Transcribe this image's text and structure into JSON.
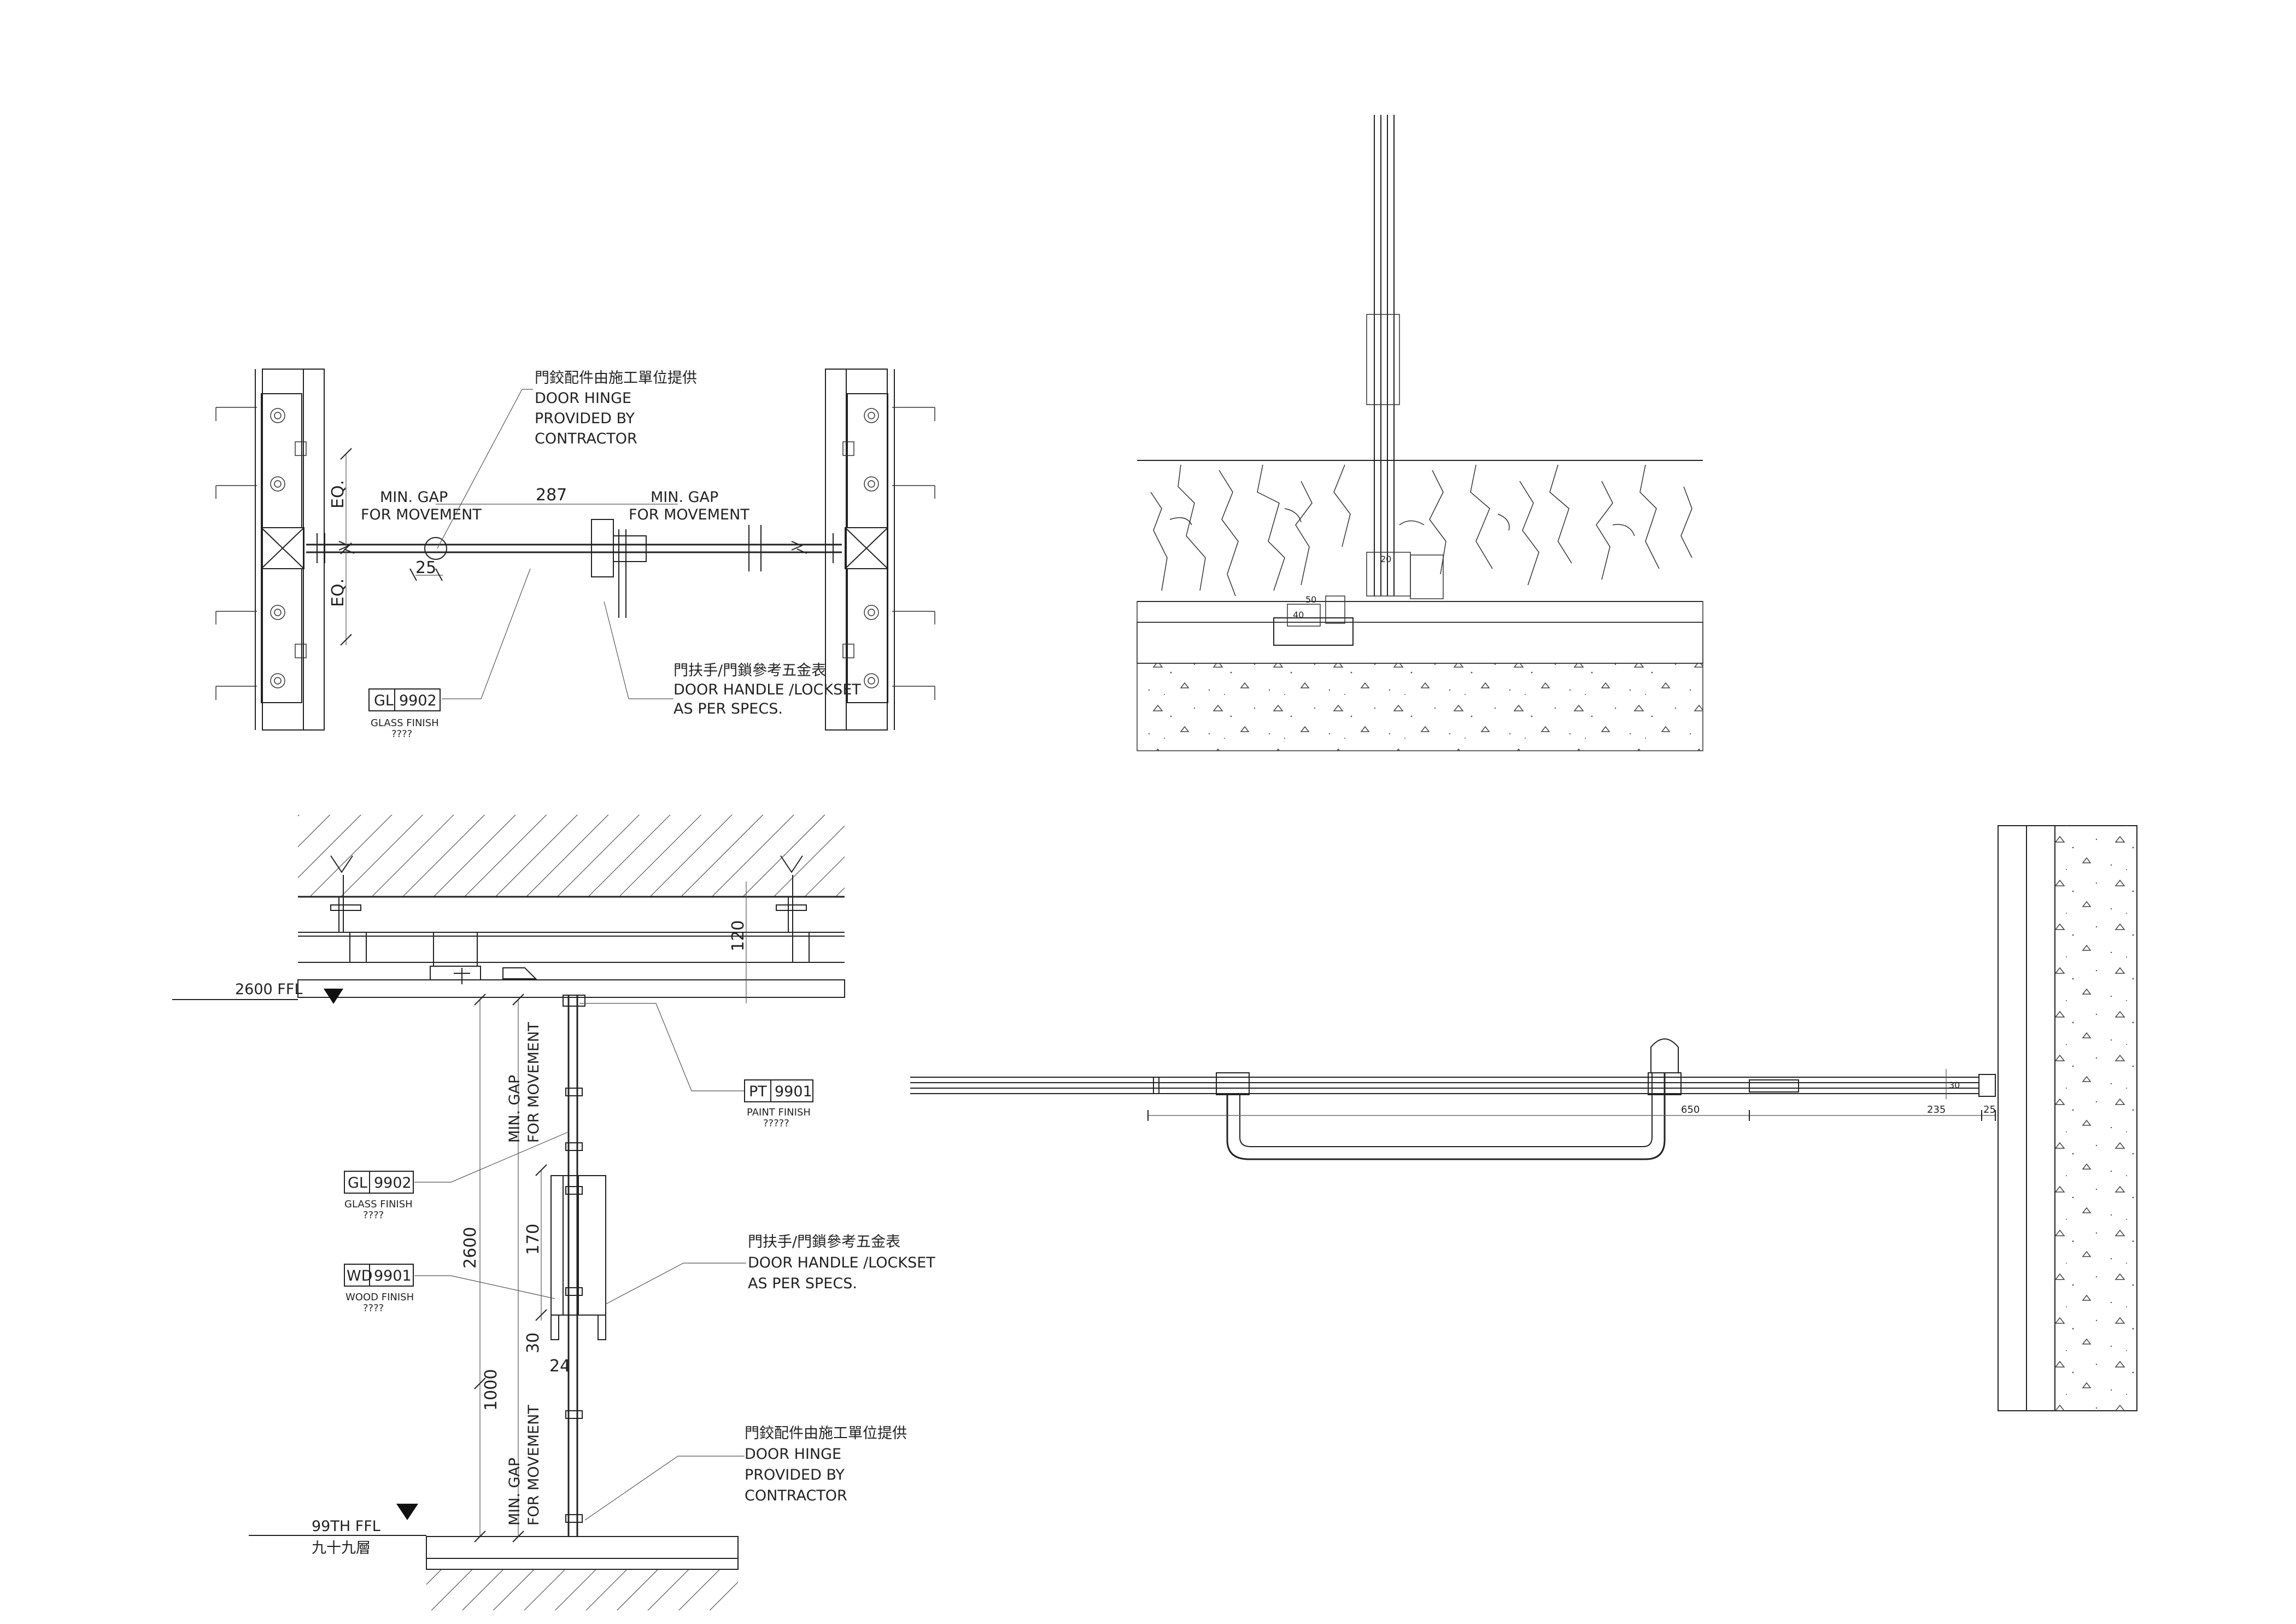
{
  "plan_detail": {
    "hinge_note": [
      "門鉸配件由施工單位提供",
      "DOOR HINGE",
      "PROVIDED BY",
      "CONTRACTOR"
    ],
    "gap_left": [
      "MIN. GAP",
      "FOR MOVEMENT"
    ],
    "gap_right": [
      "MIN. GAP",
      "FOR MOVEMENT"
    ],
    "dim_287": "287",
    "dim_25": "25",
    "eq_top": "EQ.",
    "eq_bottom": "EQ.",
    "glass_tag": {
      "code": "GL",
      "number": "9902",
      "label": "GLASS FINISH",
      "sub": "????"
    },
    "handle_note": [
      "門扶手/門鎖參考五金表",
      "DOOR HANDLE /LOCKSET",
      "AS PER SPECS."
    ]
  },
  "floor_section": {
    "dim_50": "50",
    "dim_40": "40",
    "dim_20": "20"
  },
  "elevation": {
    "level_top": "2600 FFL",
    "level_bottom": "99TH FFL",
    "floor_name": "九十九層",
    "dim_120": "120",
    "dim_2600": "2600",
    "dim_1000": "1000",
    "dim_170": "170",
    "dim_30": "30",
    "dim_24": "24",
    "gap_top": [
      "MIN. GAP",
      "FOR MOVEMENT"
    ],
    "gap_bottom": [
      "MIN. GAP",
      "FOR MOVEMENT"
    ],
    "paint_tag": {
      "code": "PT",
      "number": "9901",
      "label": "PAINT FINISH",
      "sub": "?????"
    },
    "glass_tag": {
      "code": "GL",
      "number": "9902",
      "label": "GLASS FINISH",
      "sub": "????"
    },
    "wood_tag": {
      "code": "WD",
      "number": "9901",
      "label": "WOOD FINISH",
      "sub": "????"
    },
    "handle_note": [
      "門扶手/門鎖參考五金表",
      "DOOR HANDLE /LOCKSET",
      "AS PER SPECS."
    ],
    "hinge_note": [
      "門鉸配件由施工單位提供",
      "DOOR HINGE",
      "PROVIDED BY",
      "CONTRACTOR"
    ]
  },
  "handle_plan": {
    "dim_650": "650",
    "dim_235": "235",
    "dim_25": "25",
    "dim_30": "30"
  }
}
